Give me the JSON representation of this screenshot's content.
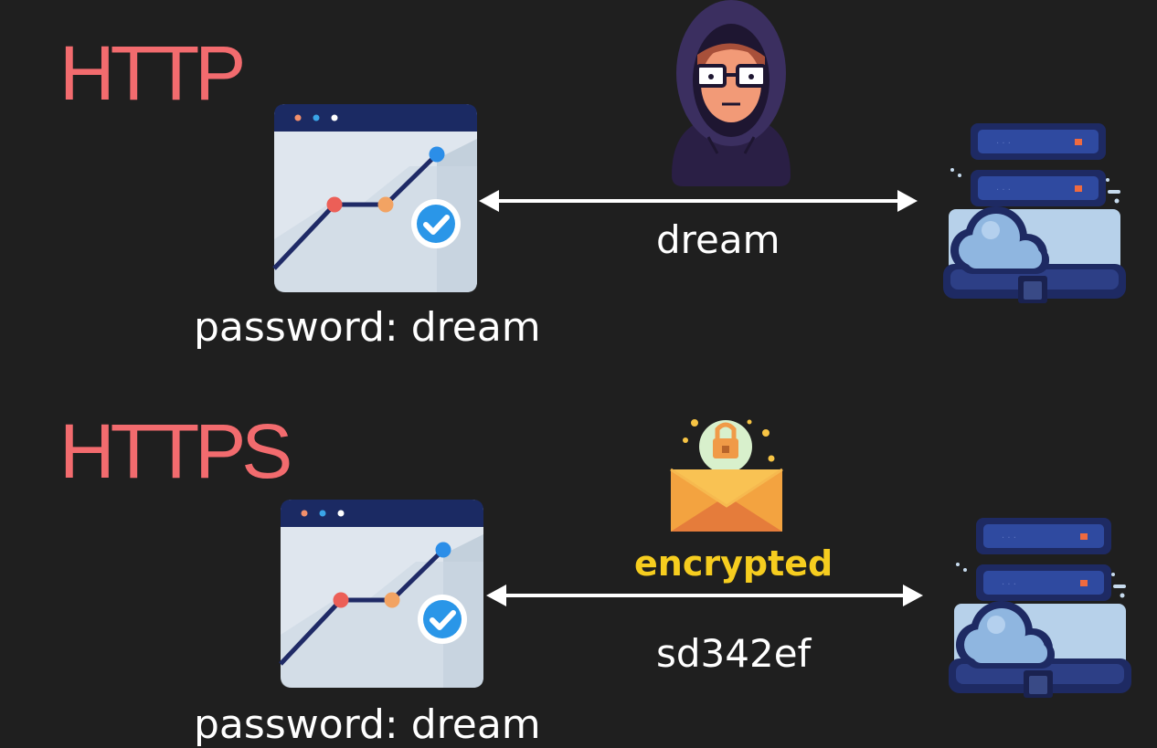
{
  "http": {
    "title": "HTTP",
    "client_caption": "password: dream",
    "payload": "dream",
    "client_icon": "browser-chart-icon",
    "server_icon": "cloud-server-icon",
    "eavesdropper_icon": "hooded-hacker-icon"
  },
  "https": {
    "title": "HTTPS",
    "client_caption": "password: dream",
    "payload": "sd342ef",
    "encrypted_label": "encrypted",
    "client_icon": "browser-chart-icon",
    "server_icon": "cloud-server-icon",
    "envelope_icon": "locked-envelope-icon"
  },
  "colors": {
    "background": "#1f1f1f",
    "protocol_title": "#f26b6e",
    "encrypted_label": "#f6cd1f",
    "text": "#ffffff"
  }
}
